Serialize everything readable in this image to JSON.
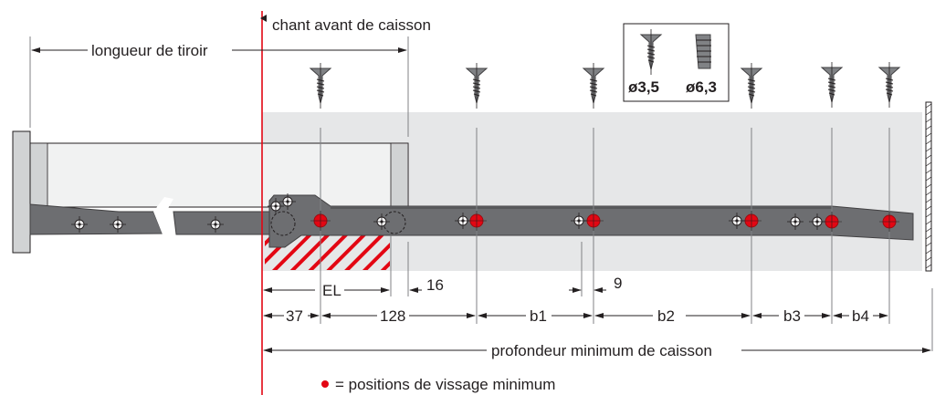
{
  "labels": {
    "drawer_length": "longueur de tiroir",
    "cabinet_front_edge": "chant avant de caisson",
    "cabinet_min_depth": "profondeur minimum de caisson",
    "legend_text": "= positions de vissage minimum"
  },
  "screw_legend": {
    "small": "ø3,5",
    "large": "ø6,3"
  },
  "dimensions": {
    "el": "EL",
    "d16": "16",
    "d9": "9",
    "d37": "37",
    "d128": "128",
    "b1": "b1",
    "b2": "b2",
    "b3": "b3",
    "b4": "b4"
  },
  "colors": {
    "accent": "#e30613",
    "cabinet": "#e6e7e8",
    "rail": "#6d6e71"
  }
}
